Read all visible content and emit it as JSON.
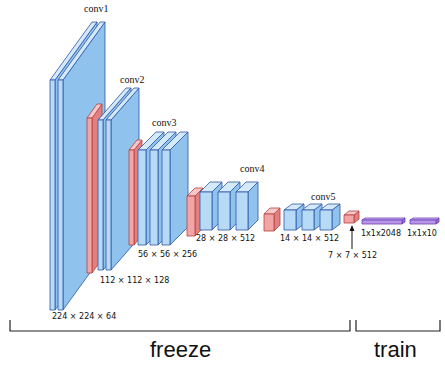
{
  "diagram": {
    "labels": [
      "conv1",
      "conv2",
      "conv3",
      "conv4",
      "conv5",
      "224 × 224 × 64",
      "112 × 112 × 128",
      "56 × 56 × 256",
      "28 × 28 × 512",
      "14 × 14 × 512",
      "7 × 7 × 512",
      "1x1x2048",
      "1x1x10",
      "freeze",
      "train"
    ]
  }
}
